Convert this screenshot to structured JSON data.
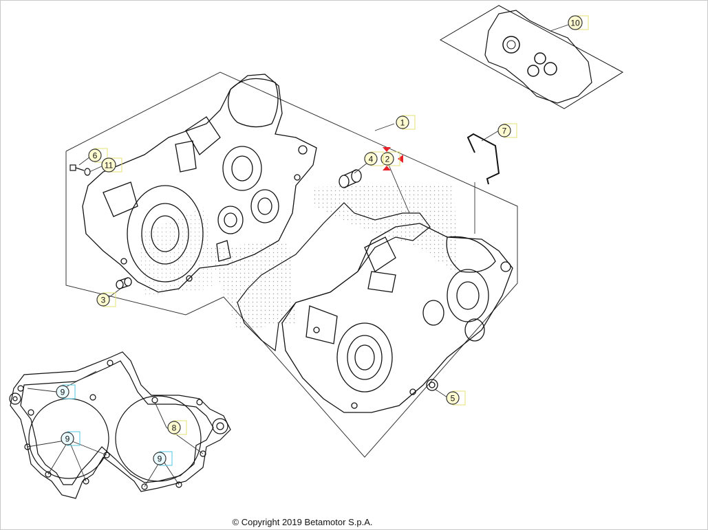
{
  "callouts": [
    {
      "id": "callout-1",
      "label": "1",
      "fill": "#fffbd0",
      "box": "#e0e070"
    },
    {
      "id": "callout-2",
      "label": "2",
      "fill": "#fffbd0",
      "box": "#e0e070",
      "highlight": "#e8202a"
    },
    {
      "id": "callout-3",
      "label": "3",
      "fill": "#fffbd0",
      "box": "#e0e070"
    },
    {
      "id": "callout-4",
      "label": "4",
      "fill": "#fffbd0",
      "box": "#e0e070"
    },
    {
      "id": "callout-5",
      "label": "5",
      "fill": "#fffbd0",
      "box": "#e0e070"
    },
    {
      "id": "callout-6",
      "label": "6",
      "fill": "#fffbd0",
      "box": "#e0e070"
    },
    {
      "id": "callout-7",
      "label": "7",
      "fill": "#fffbd0",
      "box": "#e0e070"
    },
    {
      "id": "callout-8",
      "label": "8",
      "fill": "#fffbd0",
      "box": "#e0e070"
    },
    {
      "id": "callout-9a",
      "label": "9",
      "fill": "#e9fbff",
      "box": "#4fc6e0"
    },
    {
      "id": "callout-9b",
      "label": "9",
      "fill": "#e9fbff",
      "box": "#4fc6e0"
    },
    {
      "id": "callout-9c",
      "label": "9",
      "fill": "#e9fbff",
      "box": "#4fc6e0"
    },
    {
      "id": "callout-10",
      "label": "10",
      "fill": "#fffbd0",
      "box": "#e0e070"
    },
    {
      "id": "callout-11",
      "label": "11",
      "fill": "#fffbd0",
      "box": "#e0e070"
    }
  ],
  "copyright": "© Copyright 2019 Betamotor S.p.A."
}
